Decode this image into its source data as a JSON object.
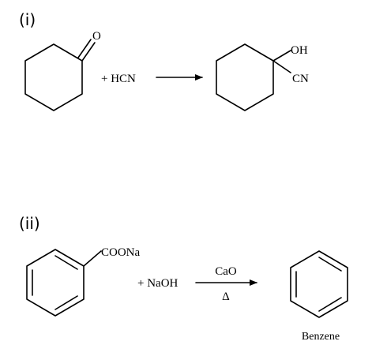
{
  "reactions": [
    {
      "label": "(i)",
      "reactant_group": "O",
      "reagent": "+ HCN",
      "product_groups": [
        "OH",
        "CN"
      ]
    },
    {
      "label": "(ii)",
      "reactant_group": "COONa",
      "reagent": "+ NaOH",
      "condition_above": "CaO",
      "condition_below": "Δ",
      "product_name": "Benzene"
    }
  ]
}
